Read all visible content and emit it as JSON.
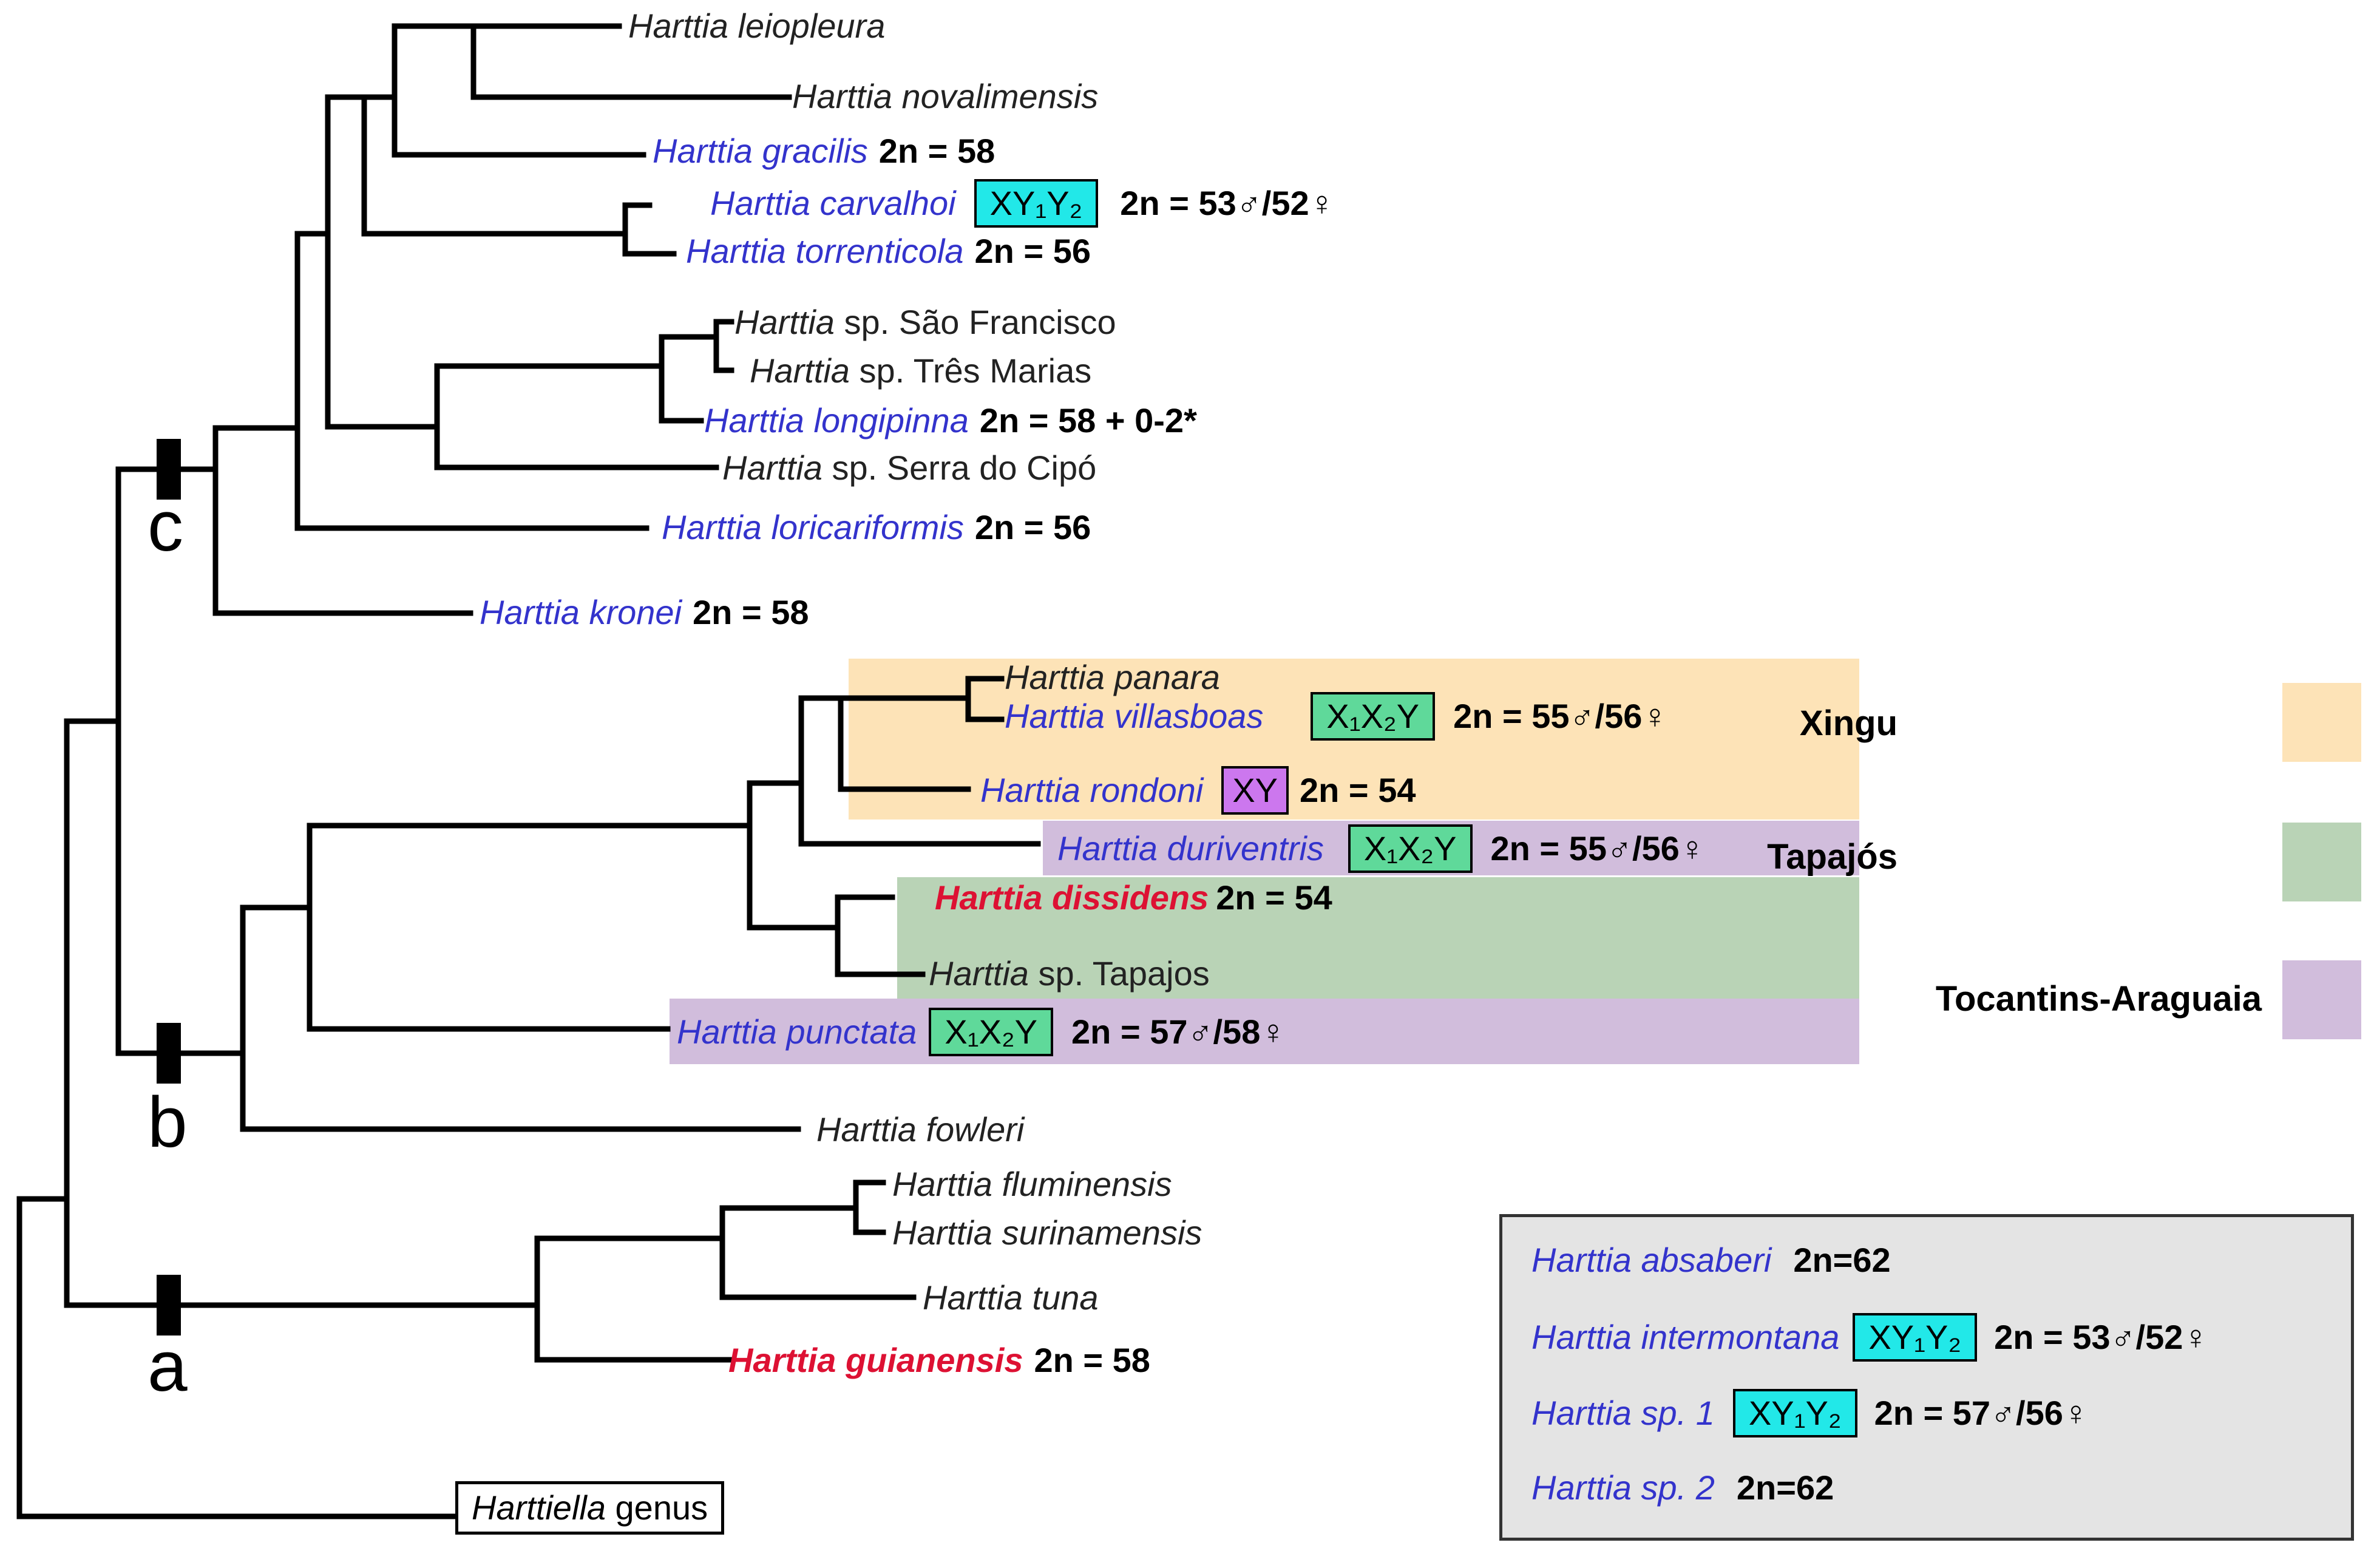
{
  "regions": [
    {
      "name": "Xingu",
      "color": "#fde3b7"
    },
    {
      "name": "Tapajós",
      "color": "#b9d3b6"
    },
    {
      "name": "Tocantins-Araguaia",
      "color": "#d1bddc"
    }
  ],
  "node_labels": {
    "a": "a",
    "b": "b",
    "c": "c"
  },
  "taxa": {
    "leiopleura": {
      "genus": "Harttia",
      "epithet": "leiopleura"
    },
    "novalimensis": {
      "genus": "Harttia",
      "epithet": "novalimensis"
    },
    "gracilis": {
      "name": "Harttia gracilis",
      "count": "2n = 58"
    },
    "carvalhoi": {
      "name": "Harttia carvalhoi",
      "system": "XY₁Y₂",
      "count": "2n = 53♂/52♀"
    },
    "torrenticola": {
      "name": "Harttia torrenticola",
      "count": "2n = 56"
    },
    "sao_francisco": {
      "genus": "Harttia",
      "rest": "sp. São Francisco"
    },
    "tres_marias": {
      "genus": "Harttia",
      "rest": "sp. Três Marias"
    },
    "longipinna": {
      "name": "Harttia longipinna",
      "count": "2n = 58 + 0-2*"
    },
    "serra_cipo": {
      "genus": "Harttia",
      "rest": "sp. Serra do Cipó"
    },
    "loricariformis": {
      "name": "Harttia loricariformis",
      "count": "2n = 56"
    },
    "kronei": {
      "name": "Harttia kronei",
      "count": "2n = 58"
    },
    "panara": {
      "name": "Harttia panara"
    },
    "villasboas": {
      "name": "Harttia villasboas",
      "system": "X₁X₂Y",
      "count": "2n = 55♂/56♀"
    },
    "rondoni": {
      "name": "Harttia rondoni",
      "system": "XY",
      "count": "2n = 54"
    },
    "duriventris": {
      "name": "Harttia duriventris",
      "system": "X₁X₂Y",
      "count": "2n = 55♂/56♀"
    },
    "dissidens": {
      "name": "Harttia dissidens",
      "count": "2n = 54"
    },
    "tapajos": {
      "genus": "Harttia",
      "rest": "sp. Tapajos"
    },
    "punctata": {
      "name": "Harttia punctata",
      "system": "X₁X₂Y",
      "count": "2n = 57♂/58♀"
    },
    "fowleri": {
      "name": "Harttia fowleri"
    },
    "fluminensis": {
      "name": "Harttia fluminensis"
    },
    "surinamensis": {
      "name": "Harttia surinamensis"
    },
    "tuna": {
      "name": "Harttia tuna"
    },
    "guianensis": {
      "name": "Harttia guianensis",
      "count": "2n = 58"
    }
  },
  "outgroup": {
    "genus": "Harttiella",
    "rest": "genus"
  },
  "inset": [
    {
      "name": "Harttia absaberi",
      "count": "2n=62"
    },
    {
      "name": "Harttia intermontana",
      "system": "XY₁Y₂",
      "count": "2n = 53♂/52♀"
    },
    {
      "name": "Harttia sp. 1",
      "system": "XY₁Y₂",
      "count": "2n = 57♂/56♀"
    },
    {
      "name": "Harttia sp. 2",
      "count": "2n=62"
    }
  ]
}
